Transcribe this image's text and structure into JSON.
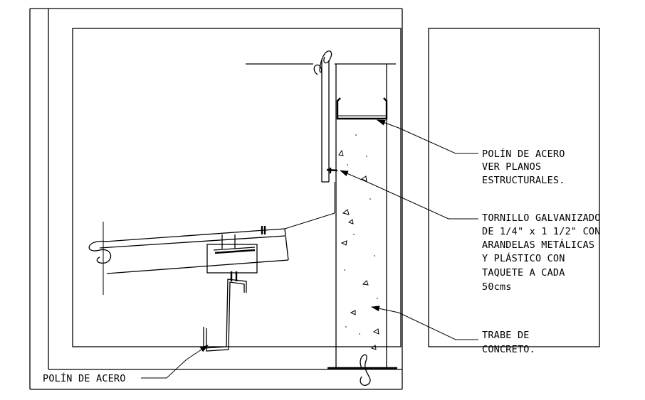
{
  "labels": {
    "polin_de_acero_right": [
      "POLÍN DE ACERO",
      "VER PLANOS",
      "ESTRUCTURALES."
    ],
    "tornillo": [
      "TORNILLO GALVANIZADO",
      "DE 1/4\" x 1 1/2\" CON",
      "ARANDELAS METÁLICAS",
      "Y PLÁSTICO CON",
      "TAQUETE A CADA",
      "50cms"
    ],
    "trabe": [
      "TRABE DE",
      "CONCRETO."
    ],
    "polin_de_acero_left": "POLÍN DE ACERO"
  },
  "colors": {
    "line": "#000000",
    "background": "#ffffff"
  }
}
